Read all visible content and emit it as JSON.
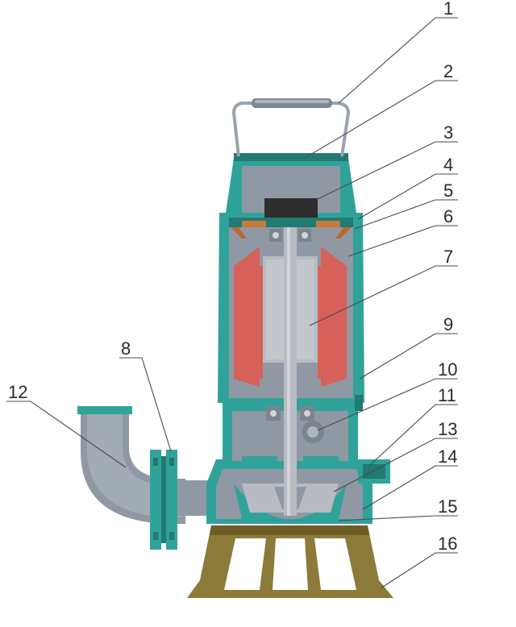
{
  "colors": {
    "casing": "#2fa39a",
    "casing_dark": "#217a73",
    "interior": "#8f98a3",
    "interior_light": "#aeb6bf",
    "stator": "#d6615a",
    "shaft": "#b8bcc2",
    "handle": "#9aa3ad",
    "base": "#8c7a3a",
    "base_dark": "#6e5e26",
    "leader": "#4a4a4a"
  },
  "callouts": [
    {
      "id": "1",
      "label": "1"
    },
    {
      "id": "2",
      "label": "2"
    },
    {
      "id": "3",
      "label": "3"
    },
    {
      "id": "4",
      "label": "4"
    },
    {
      "id": "5",
      "label": "5"
    },
    {
      "id": "6",
      "label": "6"
    },
    {
      "id": "7",
      "label": "7"
    },
    {
      "id": "8",
      "label": "8"
    },
    {
      "id": "9",
      "label": "9"
    },
    {
      "id": "10",
      "label": "10"
    },
    {
      "id": "11",
      "label": "11"
    },
    {
      "id": "12",
      "label": "12"
    },
    {
      "id": "13",
      "label": "13"
    },
    {
      "id": "14",
      "label": "14"
    },
    {
      "id": "15",
      "label": "15"
    },
    {
      "id": "16",
      "label": "16"
    }
  ]
}
